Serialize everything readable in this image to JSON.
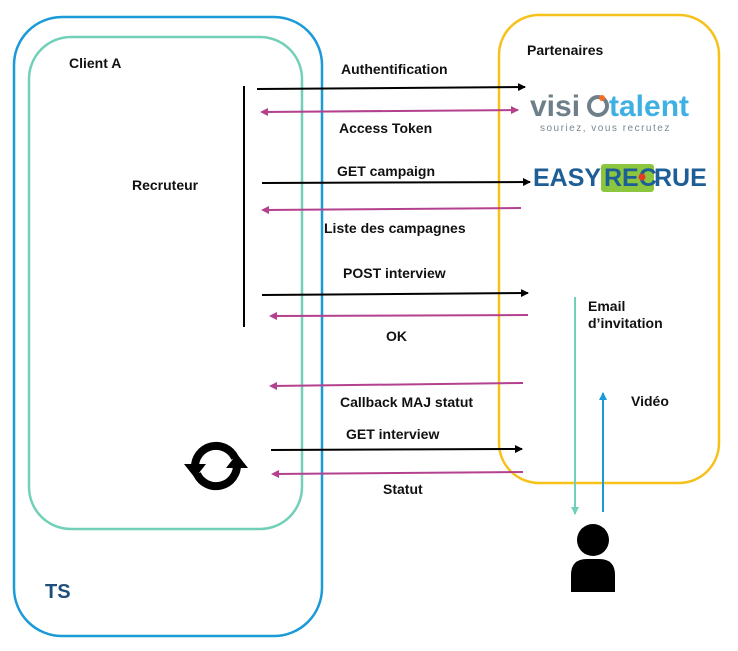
{
  "containers": {
    "ts": {
      "label": "TS",
      "border_color": "#1a9ad6"
    },
    "client": {
      "label": "Client A",
      "border_color": "#72d0b8"
    },
    "partners": {
      "label": "Partenaires",
      "border_color": "#f5c11a"
    }
  },
  "actors": {
    "recruiter": {
      "label": "Recruteur"
    },
    "sync": {
      "icon": "refresh-icon"
    },
    "candidate": {
      "icon": "person-icon"
    }
  },
  "partners_logos": {
    "visiotalent": {
      "part1": "visi",
      "part2": "talent",
      "tagline": "souriez, vous recrutez"
    },
    "easyrecrue": {
      "part1": "EASY",
      "part2": "REC",
      "part3": "RUE"
    }
  },
  "messages": [
    {
      "label": "Authentification",
      "direction": "request"
    },
    {
      "label": "Access Token",
      "direction": "response"
    },
    {
      "label": "GET campaign",
      "direction": "request"
    },
    {
      "label": "Liste des campagnes",
      "direction": "response"
    },
    {
      "label": "POST interview",
      "direction": "request"
    },
    {
      "label": "OK",
      "direction": "response"
    },
    {
      "label": "Callback MAJ statut",
      "direction": "response"
    },
    {
      "label": "GET interview",
      "direction": "request"
    },
    {
      "label": "Statut",
      "direction": "response"
    }
  ],
  "candidate_flows": [
    {
      "label": "Email ",
      "label_line2": "d’invitation",
      "direction": "down"
    },
    {
      "label": "Vidéo",
      "direction": "up"
    }
  ],
  "colors": {
    "request_arrow": "#000000",
    "response_arrow": "#b4418e",
    "email_arrow": "#72d0b8",
    "video_arrow": "#1a9ad6"
  }
}
